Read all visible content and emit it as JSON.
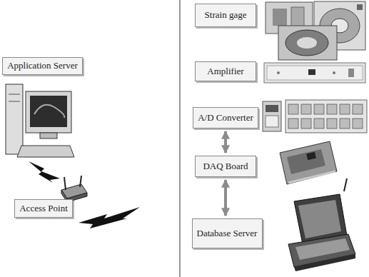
{
  "diagram": {
    "nodes": [
      {
        "text": [
          "Application Server"
        ]
      },
      {
        "text": [
          "Access Point"
        ]
      },
      {
        "text": [
          "Strain gage"
        ]
      },
      {
        "text": [
          "Amplifier"
        ]
      },
      {
        "text": [
          "A/D Converter"
        ]
      },
      {
        "text": [
          "DAQ Board"
        ]
      },
      {
        "text": [
          "Database Server"
        ]
      }
    ],
    "edges": [
      {
        "from": 4,
        "to": 5,
        "arrow": "both"
      },
      {
        "from": 5,
        "to": 6,
        "arrow": "both"
      }
    ]
  }
}
